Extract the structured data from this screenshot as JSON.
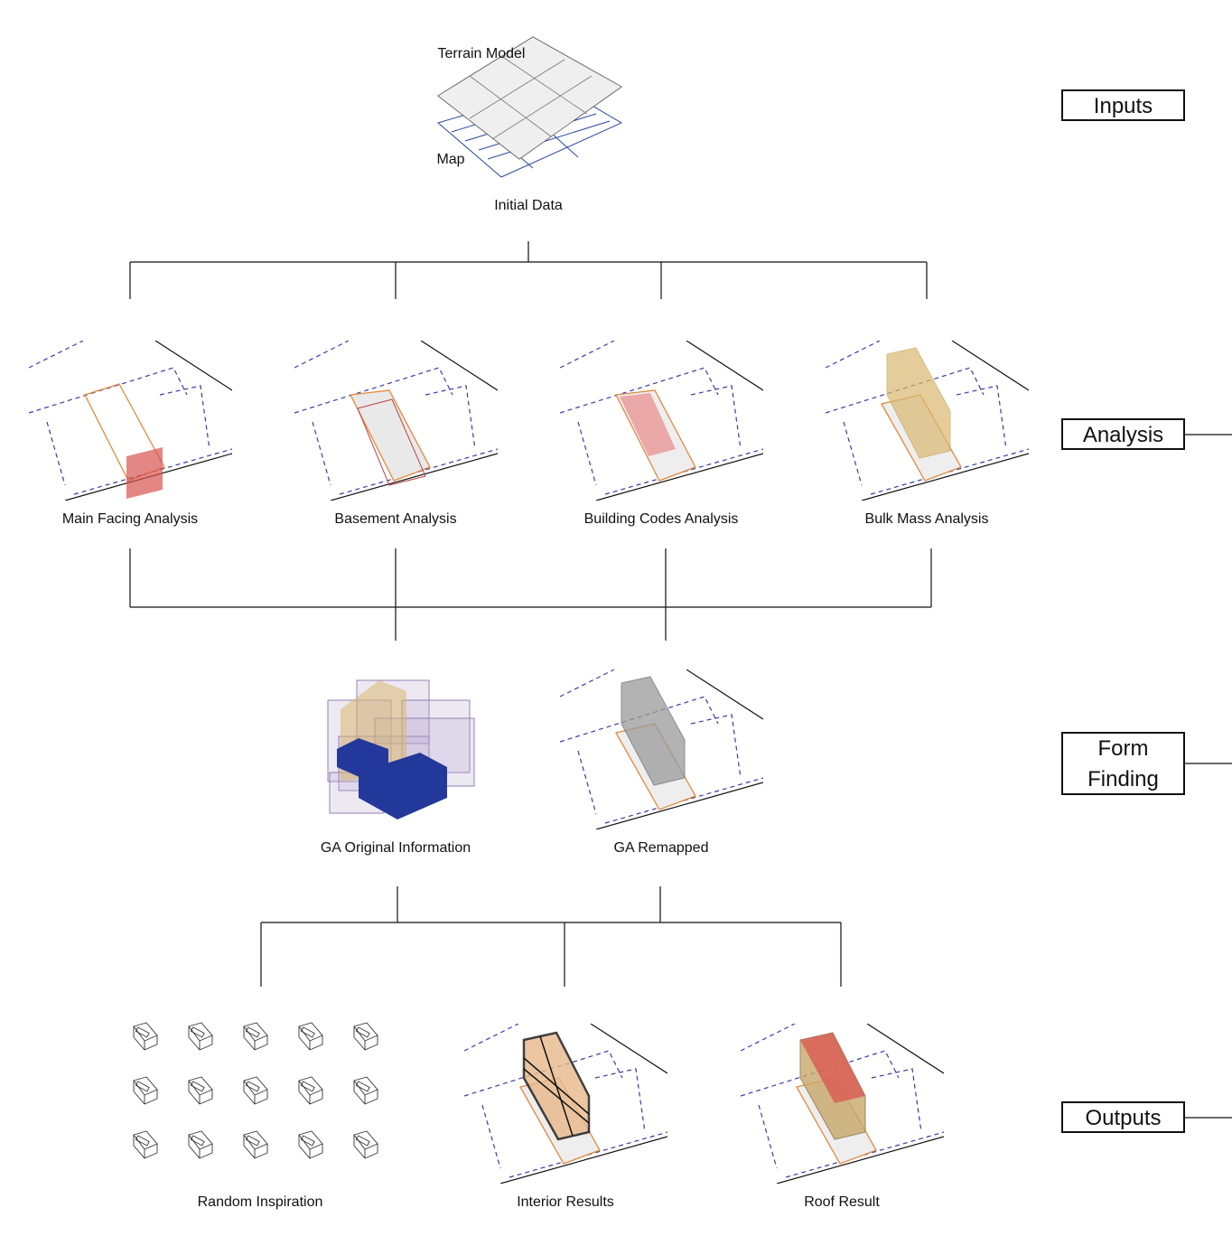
{
  "inputs": {
    "terrain_label": "Terrain Model",
    "map_label": "Map",
    "initial_label": "Initial Data"
  },
  "analysis": {
    "items": [
      {
        "label": "Main Facing Analysis"
      },
      {
        "label": "Basement Analysis"
      },
      {
        "label": "Building Codes Analysis"
      },
      {
        "label": "Bulk Mass Analysis"
      }
    ]
  },
  "form_finding": {
    "items": [
      {
        "label": "GA Original Information"
      },
      {
        "label": "GA Remapped"
      }
    ]
  },
  "outputs": {
    "items": [
      {
        "label": "Random Inspiration"
      },
      {
        "label": "Interior Results"
      },
      {
        "label": "Roof Result"
      }
    ]
  },
  "stages": {
    "inputs": "Inputs",
    "analysis": "Analysis",
    "form_finding_1": "Form",
    "form_finding_2": "Finding",
    "outputs": "Outputs"
  },
  "colors": {
    "dashed_site": "#3a3aa8",
    "boundary": "#e08a3c",
    "red_fill": "#d9534f",
    "tan_fill": "#d9b870",
    "blue_block": "#22389a",
    "purple_box": "#b8a8d0",
    "grey_mass": "#9a9a9a"
  }
}
